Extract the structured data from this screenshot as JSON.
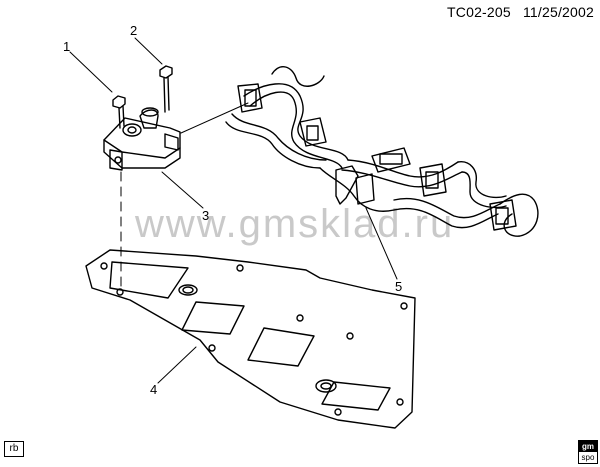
{
  "header": {
    "code": "TC02-205",
    "date": "11/25/2002"
  },
  "callouts": [
    "1",
    "2",
    "3",
    "4",
    "5"
  ],
  "corner_tag": "rb",
  "logo": {
    "top": "gm",
    "bottom": "spo"
  },
  "watermark": "www.gmsklad.ru"
}
